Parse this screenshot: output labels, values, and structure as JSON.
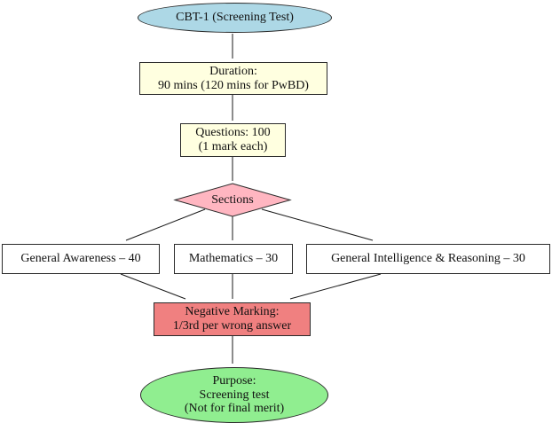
{
  "diagram": {
    "type": "flowchart",
    "nodes": {
      "cbt1": {
        "label": "CBT-1 (Screening Test)",
        "shape": "ellipse",
        "fill": "#ADD8E6"
      },
      "duration": {
        "line1": "Duration:",
        "line2": "90 mins (120 mins for PwBD)",
        "shape": "rect",
        "fill": "#FFFFE0"
      },
      "questions": {
        "line1": "Questions: 100",
        "line2": "(1 mark each)",
        "shape": "rect",
        "fill": "#FFFFE0"
      },
      "sections": {
        "label": "Sections",
        "shape": "diamond",
        "fill": "#FFB6C1"
      },
      "general_awareness": {
        "label": "General Awareness – 40",
        "shape": "rect",
        "fill": "#FFFFFF"
      },
      "mathematics": {
        "label": "Mathematics – 30",
        "shape": "rect",
        "fill": "#FFFFFF"
      },
      "general_intelligence": {
        "label": "General Intelligence & Reasoning – 30",
        "shape": "rect",
        "fill": "#FFFFFF"
      },
      "negative_marking": {
        "line1": "Negative Marking:",
        "line2": "1/3rd per wrong answer",
        "shape": "rect",
        "fill": "#F08080"
      },
      "purpose": {
        "line1": "Purpose:",
        "line2": "Screening test",
        "line3": "(Not for final merit)",
        "shape": "ellipse",
        "fill": "#90EE90"
      }
    },
    "edges": [
      "cbt1 -> duration",
      "duration -> questions",
      "questions -> sections",
      "sections -> general_awareness",
      "sections -> mathematics",
      "sections -> general_intelligence",
      "general_awareness -> negative_marking",
      "mathematics -> negative_marking",
      "general_intelligence -> negative_marking",
      "negative_marking -> purpose"
    ],
    "colors": {
      "stroke": "#2a2a2a",
      "text": "#111111",
      "background": "#ffffff"
    }
  }
}
